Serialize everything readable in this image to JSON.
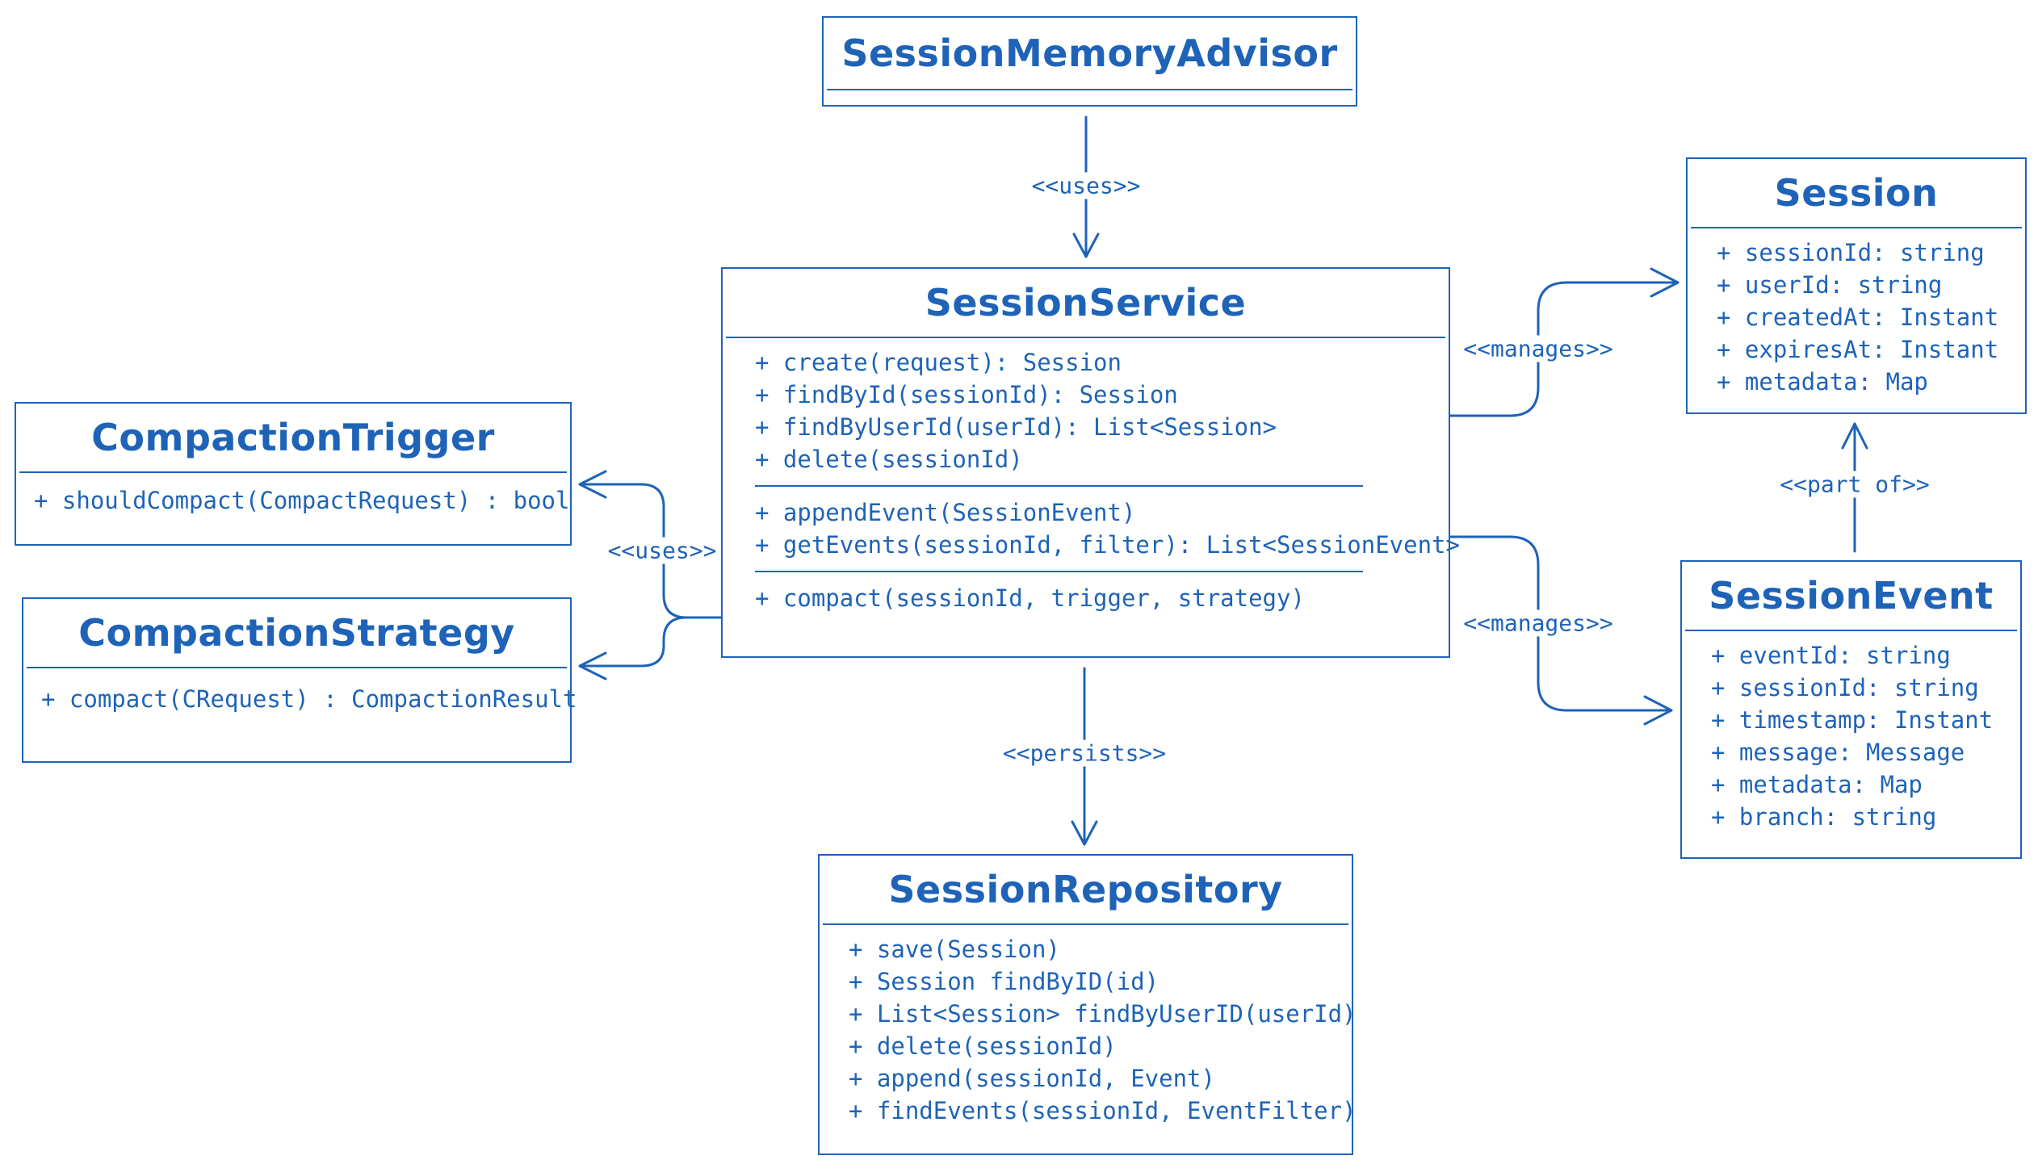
{
  "classes": {
    "advisor": {
      "name": "SessionMemoryAdvisor",
      "members": []
    },
    "service": {
      "name": "SessionService",
      "groups": [
        [
          "+ create(request): Session",
          "+ findById(sessionId): Session",
          "+ findByUserId(userId): List<Session>",
          "+ delete(sessionId)"
        ],
        [
          "+ appendEvent(SessionEvent)",
          "+ getEvents(sessionId, filter): List<SessionEvent>"
        ],
        [
          "+ compact(sessionId, trigger, strategy)"
        ]
      ]
    },
    "session": {
      "name": "Session",
      "members": [
        "+ sessionId: string",
        "+ userId: string",
        "+ createdAt: Instant",
        "+ expiresAt: Instant",
        "+ metadata: Map"
      ]
    },
    "event": {
      "name": "SessionEvent",
      "members": [
        "+ eventId: string",
        "+ sessionId: string",
        "+ timestamp: Instant",
        "+ message: Message",
        "+ metadata: Map",
        "+ branch: string"
      ]
    },
    "trigger": {
      "name": "CompactionTrigger",
      "members": [
        "+ shouldCompact(CompactRequest) : bool"
      ]
    },
    "strategy": {
      "name": "CompactionStrategy",
      "members": [
        "+ compact(CRequest) : CompactionResult"
      ]
    },
    "repository": {
      "name": "SessionRepository",
      "members": [
        "+ save(Session)",
        "+ Session findByID(id)",
        "+ List<Session> findByUserID(userId)",
        "+ delete(sessionId)",
        "+ append(sessionId, Event)",
        "+ findEvents(sessionId, EventFilter)"
      ]
    }
  },
  "relations": {
    "advisor_uses": "<<uses>>",
    "service_uses": "<<uses>>",
    "manages_session": "<<manages>>",
    "manages_event": "<<manages>>",
    "part_of": "<<part of>>",
    "persists": "<<persists>>"
  },
  "colors": {
    "ink": "#1e63b8",
    "background": "#ffffff"
  }
}
